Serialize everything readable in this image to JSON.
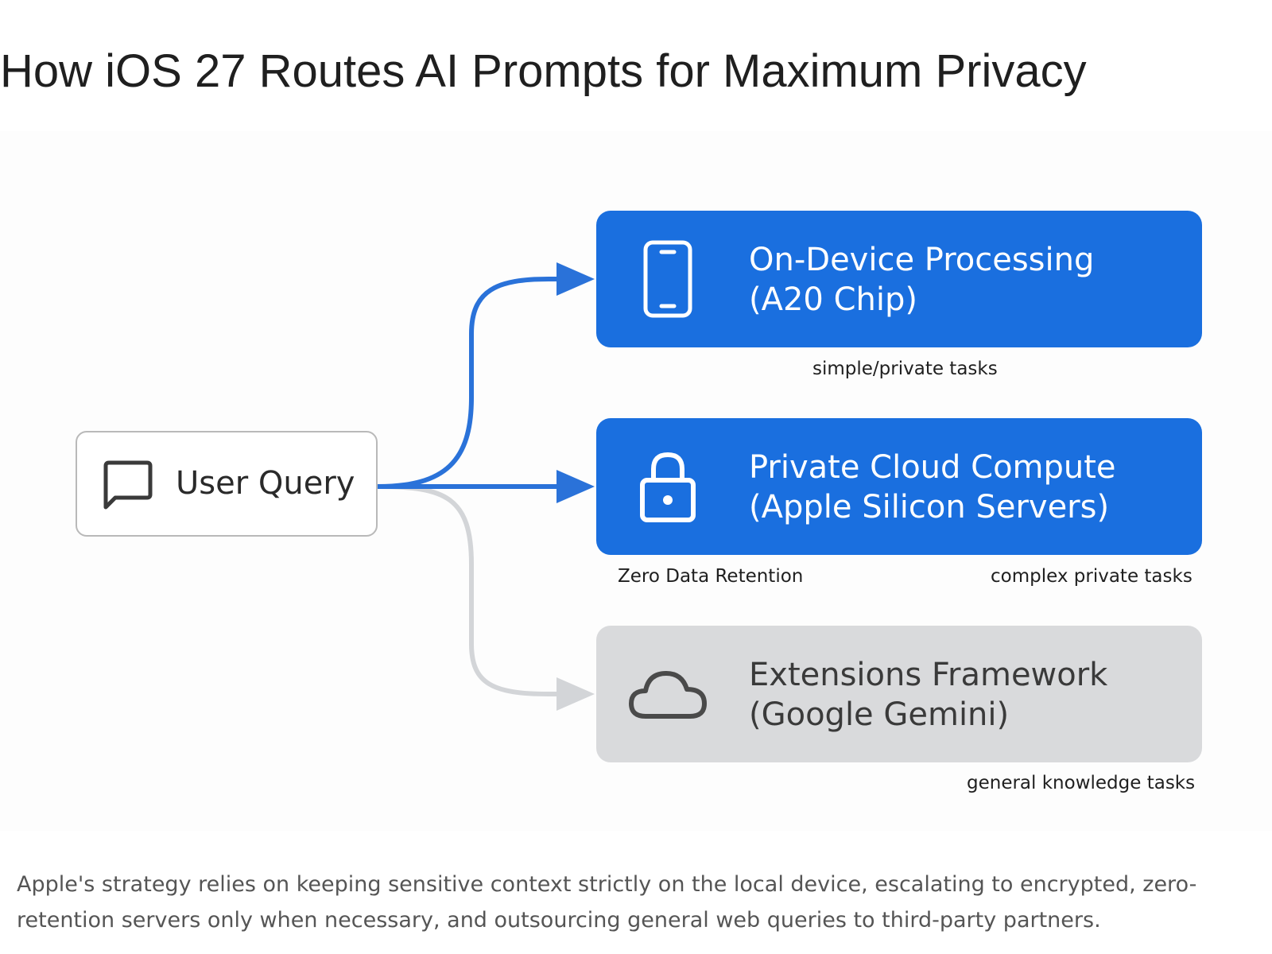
{
  "title": "How iOS 27 Routes AI Prompts for Maximum Privacy",
  "source": {
    "label": "User Query",
    "icon": "chat-bubble-icon"
  },
  "routes": [
    {
      "id": "on-device",
      "title_line1": "On-Device Processing",
      "title_line2": "(A20 Chip)",
      "icon": "smartphone-icon",
      "style": "blue",
      "caption": "simple/private tasks"
    },
    {
      "id": "private-cloud",
      "title_line1": "Private Cloud Compute",
      "title_line2": "(Apple Silicon Servers)",
      "icon": "lock-icon",
      "style": "blue",
      "caption_left": "Zero Data Retention",
      "caption_right": "complex private tasks"
    },
    {
      "id": "extensions",
      "title_line1": "Extensions Framework",
      "title_line2": "(Google Gemini)",
      "icon": "cloud-icon",
      "style": "gray",
      "caption": "general knowledge tasks"
    }
  ],
  "colors": {
    "accent_blue": "#1a6fdf",
    "connector_blue": "#2a72d9",
    "connector_gray": "#d3d5d8",
    "gray_box": "#d9dadc"
  },
  "footer": "Apple's strategy relies on keeping sensitive context strictly on the local device, escalating to encrypted, zero-retention servers only when necessary, and outsourcing general web queries to third-party partners."
}
